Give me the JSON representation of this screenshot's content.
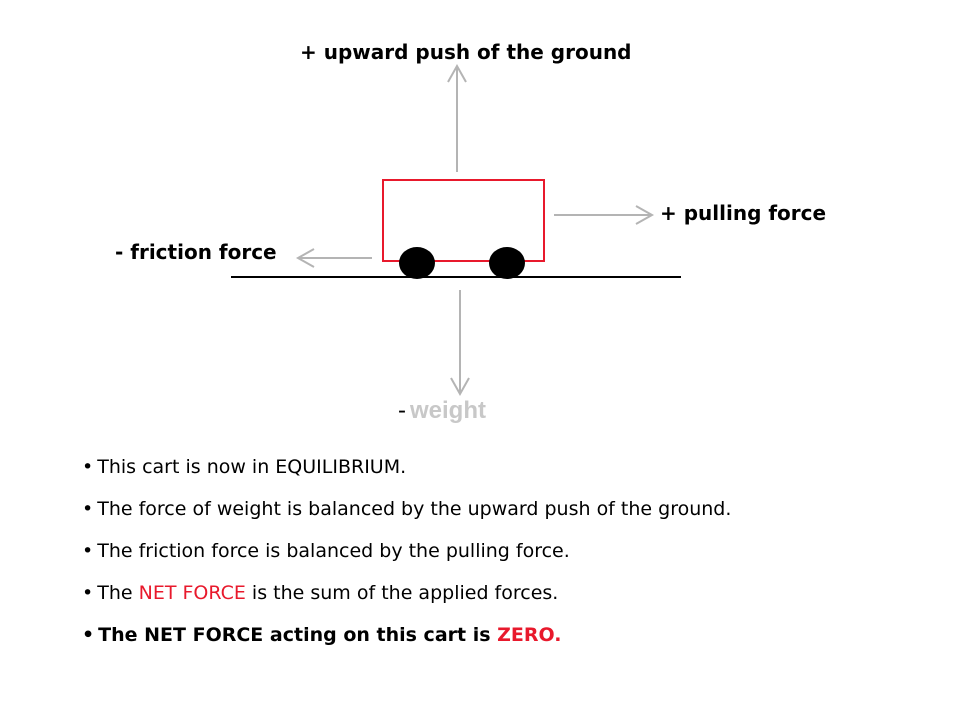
{
  "labels": {
    "upward": "+ upward push of the ground",
    "pulling": "+ pulling force",
    "friction": "- friction force",
    "weight_sign": "-",
    "weight_word": "weight"
  },
  "colors": {
    "cart": "#e8192c",
    "arrow": "#b4b4b4",
    "wheel": "#000000",
    "highlight": "#e8192c",
    "weight_text": "#c8c8c8"
  },
  "bullet": "•",
  "notes": [
    {
      "text": "This cart is now in EQUILIBRIUM."
    },
    {
      "text": "The force of weight is balanced by the upward push of the ground."
    },
    {
      "text": "The friction force is balanced by the pulling force."
    },
    {
      "pre": "The ",
      "highlight": "NET FORCE",
      "post": " is the sum of the applied forces."
    },
    {
      "pre": "The NET FORCE acting on this cart is ",
      "highlight": "ZERO",
      "post": "."
    }
  ]
}
